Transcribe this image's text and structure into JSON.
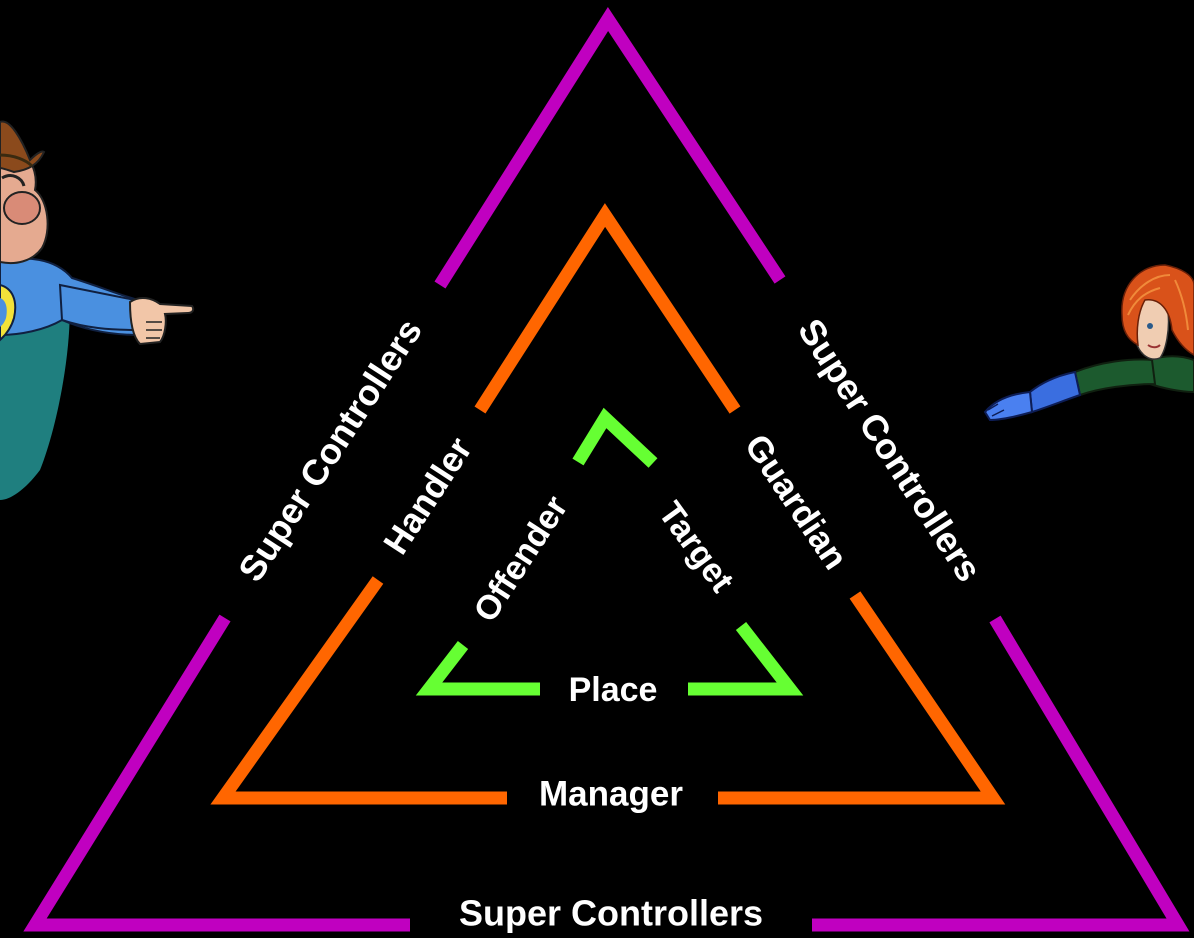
{
  "diagram": {
    "colors": {
      "background": "#000000",
      "outer_triangle": "#c000c0",
      "middle_triangle": "#ff6600",
      "inner_triangle": "#66ff33",
      "label_text": "#ffffff"
    },
    "outer_triangle": {
      "left_label": "Super Controllers",
      "right_label": "Super Controllers",
      "bottom_label": "Super Controllers"
    },
    "middle_triangle": {
      "left_label": "Handler",
      "right_label": "Guardian",
      "bottom_label": "Manager"
    },
    "inner_triangle": {
      "left_label": "Offender",
      "right_label": "Target",
      "bottom_label": "Place"
    },
    "illustrations": {
      "left": "cartoon-superhero-man-pointing",
      "right": "cartoon-superhero-woman-flying"
    }
  }
}
